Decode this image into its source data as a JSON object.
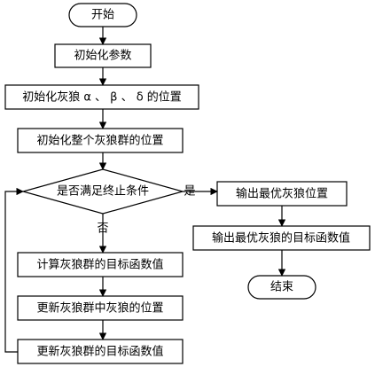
{
  "nodes": {
    "start": "开始",
    "init_params": "初始化参数",
    "init_leaders": "初始化灰狼 α 、 β 、 δ 的位置",
    "init_pack": "初始化整个灰狼群的位置",
    "condition": "是否满足终止条件",
    "calc_fitness": "计算灰狼群的目标函数值",
    "update_position": "更新灰狼群中灰狼的位置",
    "update_fitness": "更新灰狼群的目标函数值",
    "output_position": "输出最优灰狼位置",
    "output_fitness": "输出最优灰狼的目标函数值",
    "end": "结束"
  },
  "edges": {
    "yes_label": "是",
    "no_label": "否"
  },
  "colors": {
    "line": "#000000",
    "fill": "#ffffff"
  }
}
